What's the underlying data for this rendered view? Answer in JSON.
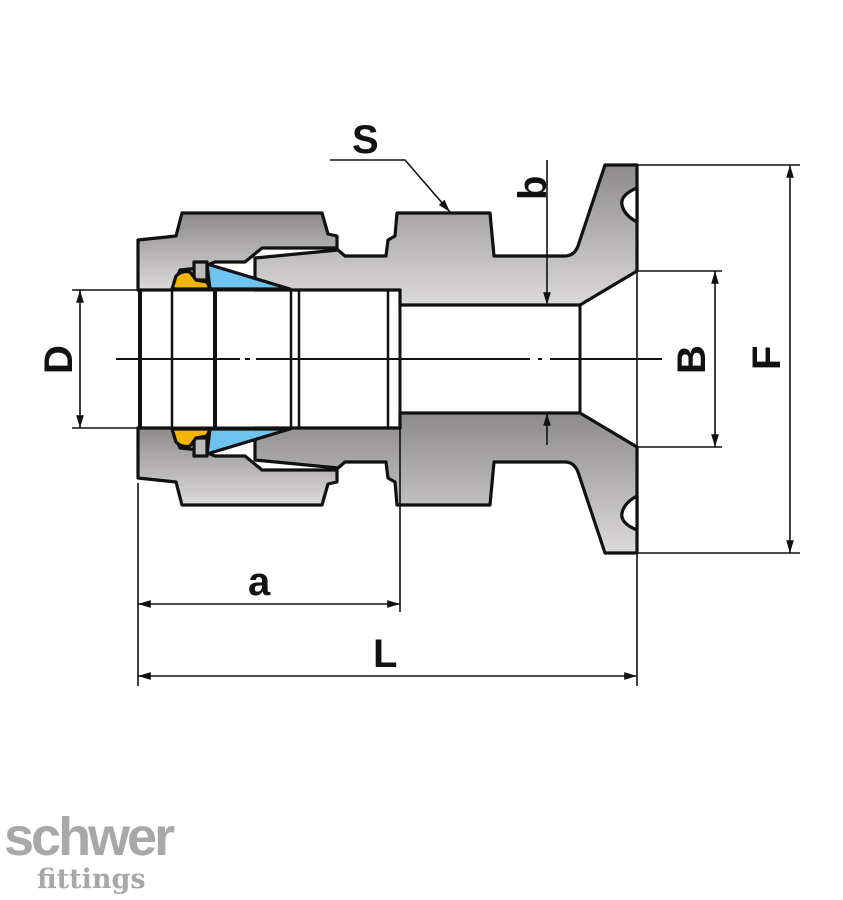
{
  "labels": {
    "S": "S",
    "b": "b",
    "D": "D",
    "B": "B",
    "F": "F",
    "a": "a",
    "L": "L"
  },
  "logo": {
    "brand": "schwer",
    "sub": "fittings"
  },
  "colors": {
    "body_dark": "#8c8a8a",
    "body_light": "#dcdada",
    "ferrule_front": "#f2b705",
    "ferrule_back": "#6ec3f0"
  }
}
